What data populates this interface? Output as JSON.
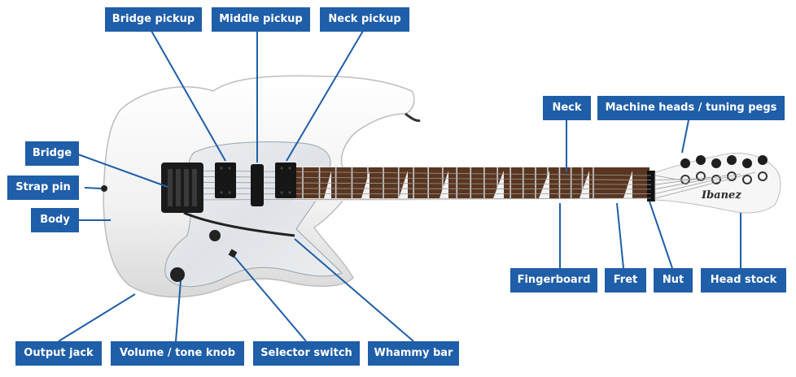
{
  "labels": {
    "bridge_pickup": "Bridge pickup",
    "middle_pickup": "Middle pickup",
    "neck_pickup": "Neck pickup",
    "neck": "Neck",
    "machine_heads": "Machine heads / tuning pegs",
    "bridge": "Bridge",
    "strap_pin": "Strap pin",
    "body": "Body",
    "fingerboard": "Fingerboard",
    "fret": "Fret",
    "nut": "Nut",
    "head_stock": "Head stock",
    "output_jack": "Output jack",
    "volume_tone_knob": "Volume / tone knob",
    "selector_switch": "Selector switch",
    "whammy_bar": "Whammy bar"
  },
  "brand": {
    "headstock_logo": "Ibanez"
  },
  "colors": {
    "label_bg": "#1f5ea8",
    "label_text": "#ffffff",
    "body": "#f1f1f1",
    "pickguard": "#e3e6ea",
    "fingerboard": "#5a3620",
    "pickup": "#1a1a1a"
  }
}
